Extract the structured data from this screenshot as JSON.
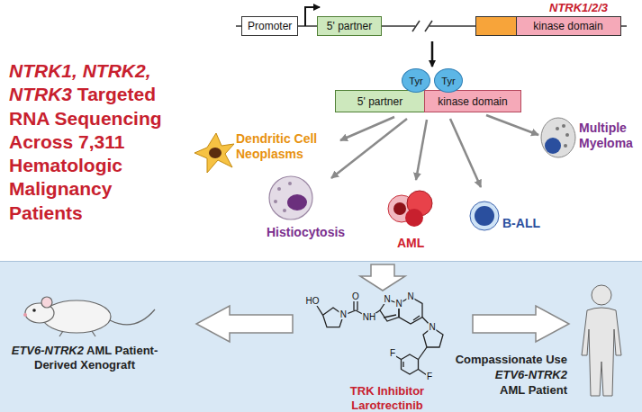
{
  "diagram": {
    "nodes": [
      {
        "text": [
          "Promoter"
        ]
      },
      {
        "text": [
          "5' partner"
        ]
      },
      {
        "text": [
          "kinase domain"
        ]
      },
      {
        "text": [
          "5' partner"
        ]
      },
      {
        "text": [
          "kinase domain"
        ]
      },
      {
        "text": [
          "Tyr"
        ]
      },
      {
        "text": [
          "Tyr"
        ]
      }
    ],
    "labels": [
      "NTRK1, NTRK2, NTRK3",
      "Targeted RNA Sequencing Across 7,311 Hematologic Malignancy Patients",
      "NTRK1/2/3",
      "Dendritic Cell Neoplasms",
      "Histiocytosis",
      "AML",
      "B-ALL",
      "Multiple Myeloma",
      "ETV6-NTRK2",
      "AML Patient-Derived Xenograft",
      "TRK Inhibitor Larotrectinib",
      "Compassionate Use",
      "ETV6-NTRK2",
      "AML Patient",
      "HO",
      "N",
      "O",
      "NH",
      "N",
      "N",
      "N",
      "N",
      "F",
      "F"
    ]
  }
}
